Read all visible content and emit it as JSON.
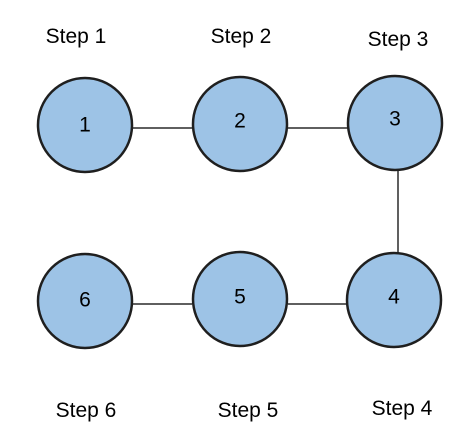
{
  "colors": {
    "node_fill": "#9dc3e6",
    "node_stroke": "#1f1f1f",
    "connector": "#2a2a2a",
    "text": "#000000"
  },
  "nodes": [
    {
      "number": "1",
      "label": "Step 1"
    },
    {
      "number": "2",
      "label": "Step 2"
    },
    {
      "number": "3",
      "label": "Step 3"
    },
    {
      "number": "4",
      "label": "Step 4"
    },
    {
      "number": "5",
      "label": "Step 5"
    },
    {
      "number": "6",
      "label": "Step 6"
    }
  ]
}
